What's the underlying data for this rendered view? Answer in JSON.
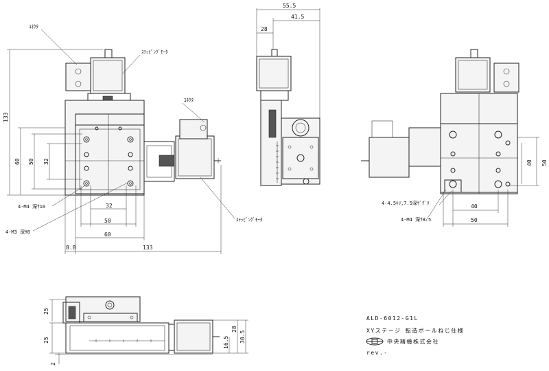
{
  "labels": {
    "connector": "ｺﾈｸﾀ",
    "stepping_motor": "ｽﾃｯﾋﾟﾝｸﾞﾓｰﾀ",
    "m4_depth10": "4-M4 深ｻ10",
    "m3_depth8": "4-M3 深ｻ8",
    "counterbore": "4-4.5ｷﾘ,7.5深ｻﾞｸﾞﾘ",
    "m4_depth85": "4-M4 深ｻ8.5"
  },
  "dimensions": {
    "top_55_5": "55.5",
    "top_41_5": "41.5",
    "top_28": "28",
    "left_133": "133",
    "left_60": "60",
    "left_50": "50",
    "left_32": "32",
    "bottom_32": "32",
    "bottom_50": "50",
    "bottom_60": "60",
    "bottom_133": "133",
    "bottom_8_8": "8.8",
    "right_40": "40",
    "right_50": "50",
    "right_bottom_40": "40",
    "right_bottom_50": "50",
    "side_25_top": "25",
    "side_25_bottom": "25",
    "side_2": "2",
    "side_28": "28",
    "side_30_5": "30.5",
    "side_16_5": "16.5"
  },
  "title_block": {
    "model": "ALD-6012-G1L",
    "description": "XYステージ 転造ボールねじ仕様",
    "company": "中央精機株式会社",
    "revision": "rev.-"
  }
}
